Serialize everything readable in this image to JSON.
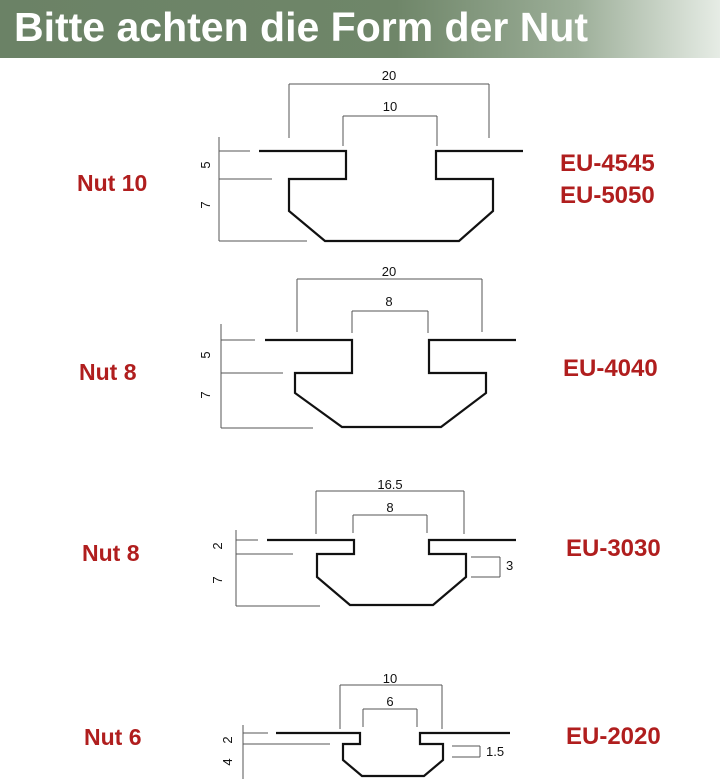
{
  "header": {
    "title": "Bitte achten die Form der Nut"
  },
  "profiles": [
    {
      "nut_label": "Nut 10",
      "series": [
        "EU-4545",
        "EU-5050"
      ],
      "dims": {
        "outer_width": "20",
        "slot_width": "10",
        "top_height": "5",
        "bottom_height": "7"
      }
    },
    {
      "nut_label": "Nut 8",
      "series": [
        "EU-4040"
      ],
      "dims": {
        "outer_width": "20",
        "slot_width": "8",
        "top_height": "5",
        "bottom_height": "7"
      }
    },
    {
      "nut_label": "Nut 8",
      "series": [
        "EU-3030"
      ],
      "dims": {
        "outer_width": "16.5",
        "slot_width": "8",
        "top_height": "2",
        "bottom_height": "7",
        "side_depth": "3"
      }
    },
    {
      "nut_label": "Nut 6",
      "series": [
        "EU-2020"
      ],
      "dims": {
        "outer_width": "10",
        "slot_width": "6",
        "top_height": "2",
        "bottom_height": "4",
        "side_depth": "1.5"
      }
    }
  ]
}
